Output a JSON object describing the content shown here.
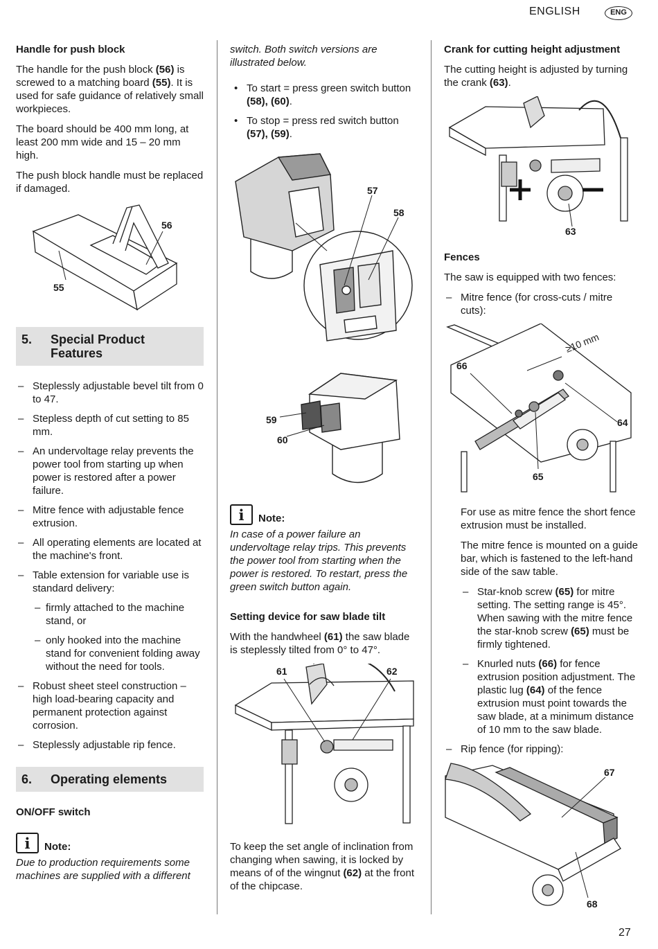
{
  "header": {
    "language": "ENGLISH",
    "badge": "ENG"
  },
  "page_number": "27",
  "col1": {
    "push_block": {
      "heading": "Handle for push block",
      "p1_a": "The handle for the push block ",
      "p1_b": "(56)",
      "p1_c": " is screwed to a matching board ",
      "p1_d": "(55)",
      "p1_e": ". It is used for safe guidance of relatively small workpieces.",
      "p2": "The board should be 400 mm long, at least 200 mm wide and 15 – 20 mm high.",
      "p3": "The push block handle must be replaced if damaged.",
      "fig_labels": [
        "56",
        "55"
      ]
    },
    "section5": {
      "number": "5.",
      "title": "Special Product Features",
      "items": [
        "Steplessly adjustable bevel tilt from 0 to 47.",
        "Stepless depth of cut setting to 85 mm.",
        "An undervoltage relay prevents the power tool from starting up when power is restored after a power failure.",
        "Mitre fence with adjustable fence extrusion.",
        "All operating elements are located at the machine's front.",
        "Table extension for variable use is standard delivery:"
      ],
      "subitems": [
        "firmly attached to the machine stand, or",
        "only hooked into the machine stand for convenient folding away without the need for tools."
      ],
      "items_after": [
        "Robust sheet steel construction – high load-bearing capacity and permanent protection against corrosion.",
        "Steplessly adjustable rip fence."
      ]
    },
    "section6": {
      "number": "6.",
      "title": "Operating elements"
    },
    "onoff": {
      "heading": "ON/OFF switch",
      "note_label": "Note:",
      "note_text": "Due to production requirements some machines are supplied with a different"
    }
  },
  "col2": {
    "cont_text": "switch. Both switch versions are illustrated below.",
    "start_a": "To start = press green switch button ",
    "start_b": "(58), (60)",
    "start_c": ".",
    "stop_a": "To stop = press red switch button ",
    "stop_b": "(57), (59)",
    "stop_c": ".",
    "fig1_labels": [
      "57",
      "58"
    ],
    "fig2_labels": [
      "59",
      "60"
    ],
    "note_label": "Note:",
    "note_text": "In case of a power failure an undervoltage relay trips. This prevents the power tool from starting when the power is restored. To restart, press the green switch button again.",
    "tilt_heading": "Setting device for saw blade tilt",
    "tilt_a": "With the handwheel ",
    "tilt_b": "(61)",
    "tilt_c": " the saw blade is steplessly tilted from 0° to 47°.",
    "fig3_labels": [
      "61",
      "62"
    ],
    "lock_a": "To keep the set angle of inclination from changing when sawing, it is locked by means of of the wingnut ",
    "lock_b": "(62)",
    "lock_c": " at the front of the chipcase."
  },
  "col3": {
    "crank_heading": "Crank for cutting height adjustment",
    "crank_a": "The cutting height is adjusted by turning the crank ",
    "crank_b": "(63)",
    "crank_c": ".",
    "fig1_labels": [
      "63"
    ],
    "fences_heading": "Fences",
    "fences_intro": "The saw is equipped with two fences:",
    "mitre_item": "Mitre fence (for cross-cuts / mitre cuts):",
    "fig2_labels": [
      "66",
      "64",
      "65",
      "≥10 mm"
    ],
    "mitre_p1": "For use as mitre fence the short fence extrusion must be installed.",
    "mitre_p2": "The mitre fence is mounted on a guide bar, which is fastened to the left-hand side of the saw table.",
    "star_a": "Star-knob screw ",
    "star_b": "(65)",
    "star_c": " for mitre setting. The setting range is 45°. When sawing with the mitre fence the star-knob screw ",
    "star_d": "(65)",
    "star_e": " must be firmly tightened.",
    "knurl_a": "Knurled nuts ",
    "knurl_b": "(66)",
    "knurl_c": " for fence extrusion position adjustment. The plastic lug ",
    "knurl_d": "(64)",
    "knurl_e": " of the fence extrusion must point towards the saw blade, at a minimum distance of 10 mm to the saw blade.",
    "rip_item": "Rip fence (for ripping):",
    "fig3_labels": [
      "67",
      "68"
    ]
  }
}
